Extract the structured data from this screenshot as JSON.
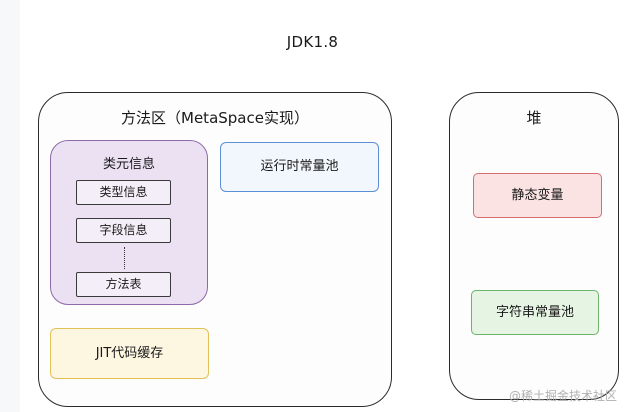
{
  "diagram": {
    "title": "JDK1.8",
    "method_area": {
      "label": "方法区（MetaSpace实现）",
      "class_metadata": {
        "label": "类元信息",
        "items": [
          "类型信息",
          "字段信息",
          "方法表"
        ]
      },
      "runtime_constant_pool": "运行时常量池",
      "jit_cache": "JIT代码缓存"
    },
    "heap": {
      "label": "堆",
      "static_variables": "静态变量",
      "string_constant_pool": "字符串常量池"
    },
    "watermark": "@稀土掘金技术社区"
  },
  "colors": {
    "class_metadata_fill": "#ebe1f3",
    "class_metadata_border": "#8e6aa8",
    "runtime_pool_border": "#5d8fd6",
    "jit_cache_border": "#e3c15a",
    "static_vars_border": "#d86d6d",
    "string_pool_border": "#6cb36c"
  }
}
